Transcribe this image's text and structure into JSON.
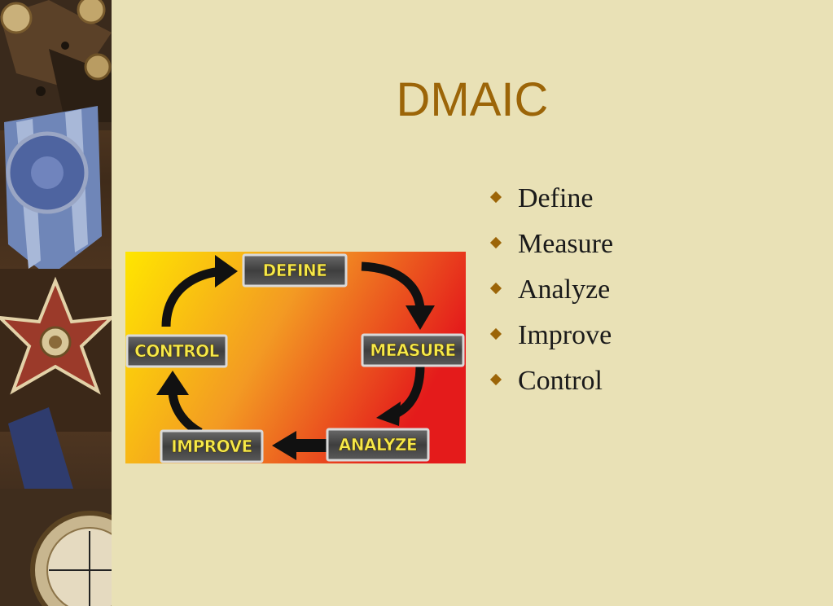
{
  "slide": {
    "title": "DMAIC",
    "bullets": [
      "Define",
      "Measure",
      "Analyze",
      "Improve",
      "Control"
    ]
  },
  "diagram": {
    "stages": [
      "DEFINE",
      "MEASURE",
      "ANALYZE",
      "IMPROVE",
      "CONTROL"
    ],
    "colors": {
      "gradient_start": "#ffe600",
      "gradient_mid": "#f39a23",
      "gradient_end": "#e41b1b",
      "label_text": "#f6e94a",
      "arrow": "#111111"
    }
  },
  "theme": {
    "background": "#e9e1b6",
    "title_color": "#9c6508",
    "bullet_icon": "diamond-bullet-icon"
  }
}
